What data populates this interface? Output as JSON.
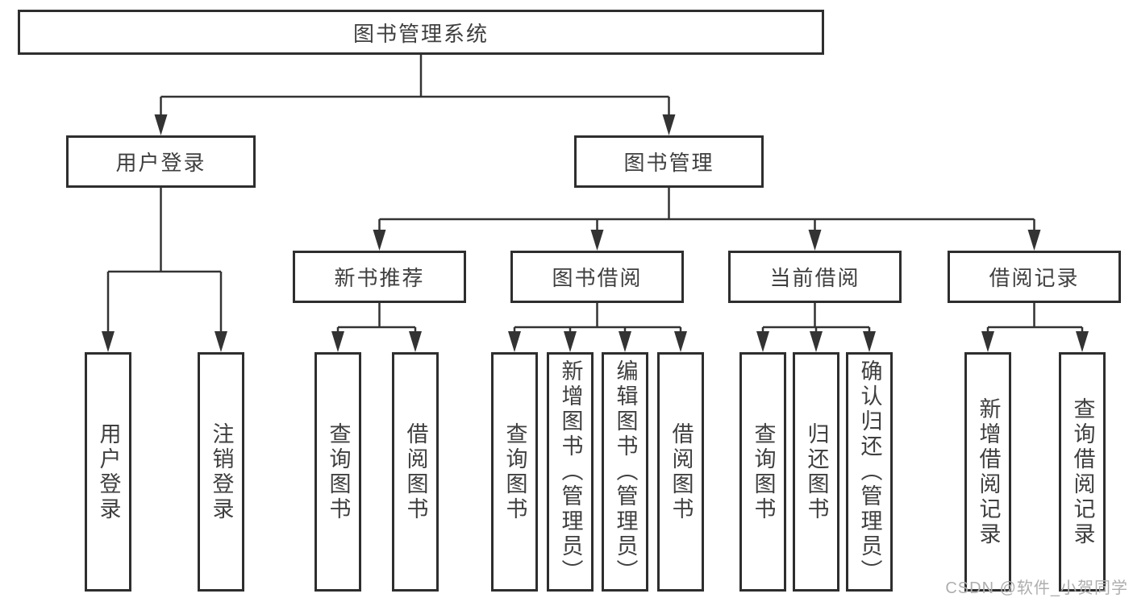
{
  "nodes": {
    "root": {
      "label": "图书管理系统"
    },
    "user_login_branch": {
      "label": "用户登录"
    },
    "book_management": {
      "label": "图书管理"
    },
    "new_book_recommend": {
      "label": "新书推荐"
    },
    "book_borrowing": {
      "label": "图书借阅"
    },
    "current_borrowing": {
      "label": "当前借阅"
    },
    "borrowing_records": {
      "label": "借阅记录"
    },
    "user_login": {
      "label": "用户登录"
    },
    "logout": {
      "label": "注销登录"
    },
    "nbr_query_books": {
      "label": "查询图书"
    },
    "nbr_borrow_books": {
      "label": "借阅图书"
    },
    "bb_query_books": {
      "label": "查询图书"
    },
    "bb_add_book_admin": {
      "label": "新增图书（管理员）"
    },
    "bb_edit_book_admin": {
      "label": "编辑图书（管理员）"
    },
    "bb_borrow_books": {
      "label": "借阅图书"
    },
    "cb_query_books": {
      "label": "查询图书"
    },
    "cb_return_books": {
      "label": "归还图书"
    },
    "cb_confirm_return_admin": {
      "label": "确认归还（管理员）"
    },
    "br_add_record": {
      "label": "新增借阅记录"
    },
    "br_query_record": {
      "label": "查询借阅记录"
    }
  },
  "hierarchy": {
    "root": [
      "user_login_branch",
      "book_management"
    ],
    "user_login_branch": [
      "user_login",
      "logout"
    ],
    "book_management": [
      "new_book_recommend",
      "book_borrowing",
      "current_borrowing",
      "borrowing_records"
    ],
    "new_book_recommend": [
      "nbr_query_books",
      "nbr_borrow_books"
    ],
    "book_borrowing": [
      "bb_query_books",
      "bb_add_book_admin",
      "bb_edit_book_admin",
      "bb_borrow_books"
    ],
    "current_borrowing": [
      "cb_query_books",
      "cb_return_books",
      "cb_confirm_return_admin"
    ],
    "borrowing_records": [
      "br_add_record",
      "br_query_record"
    ]
  },
  "watermark": {
    "text": "CSDN @软件_小贺同学"
  },
  "colors": {
    "border": "#2e2e2e",
    "line": "#333333",
    "text": "#3f3f3f",
    "background": "#ffffff",
    "watermark": "#aeaeae"
  }
}
